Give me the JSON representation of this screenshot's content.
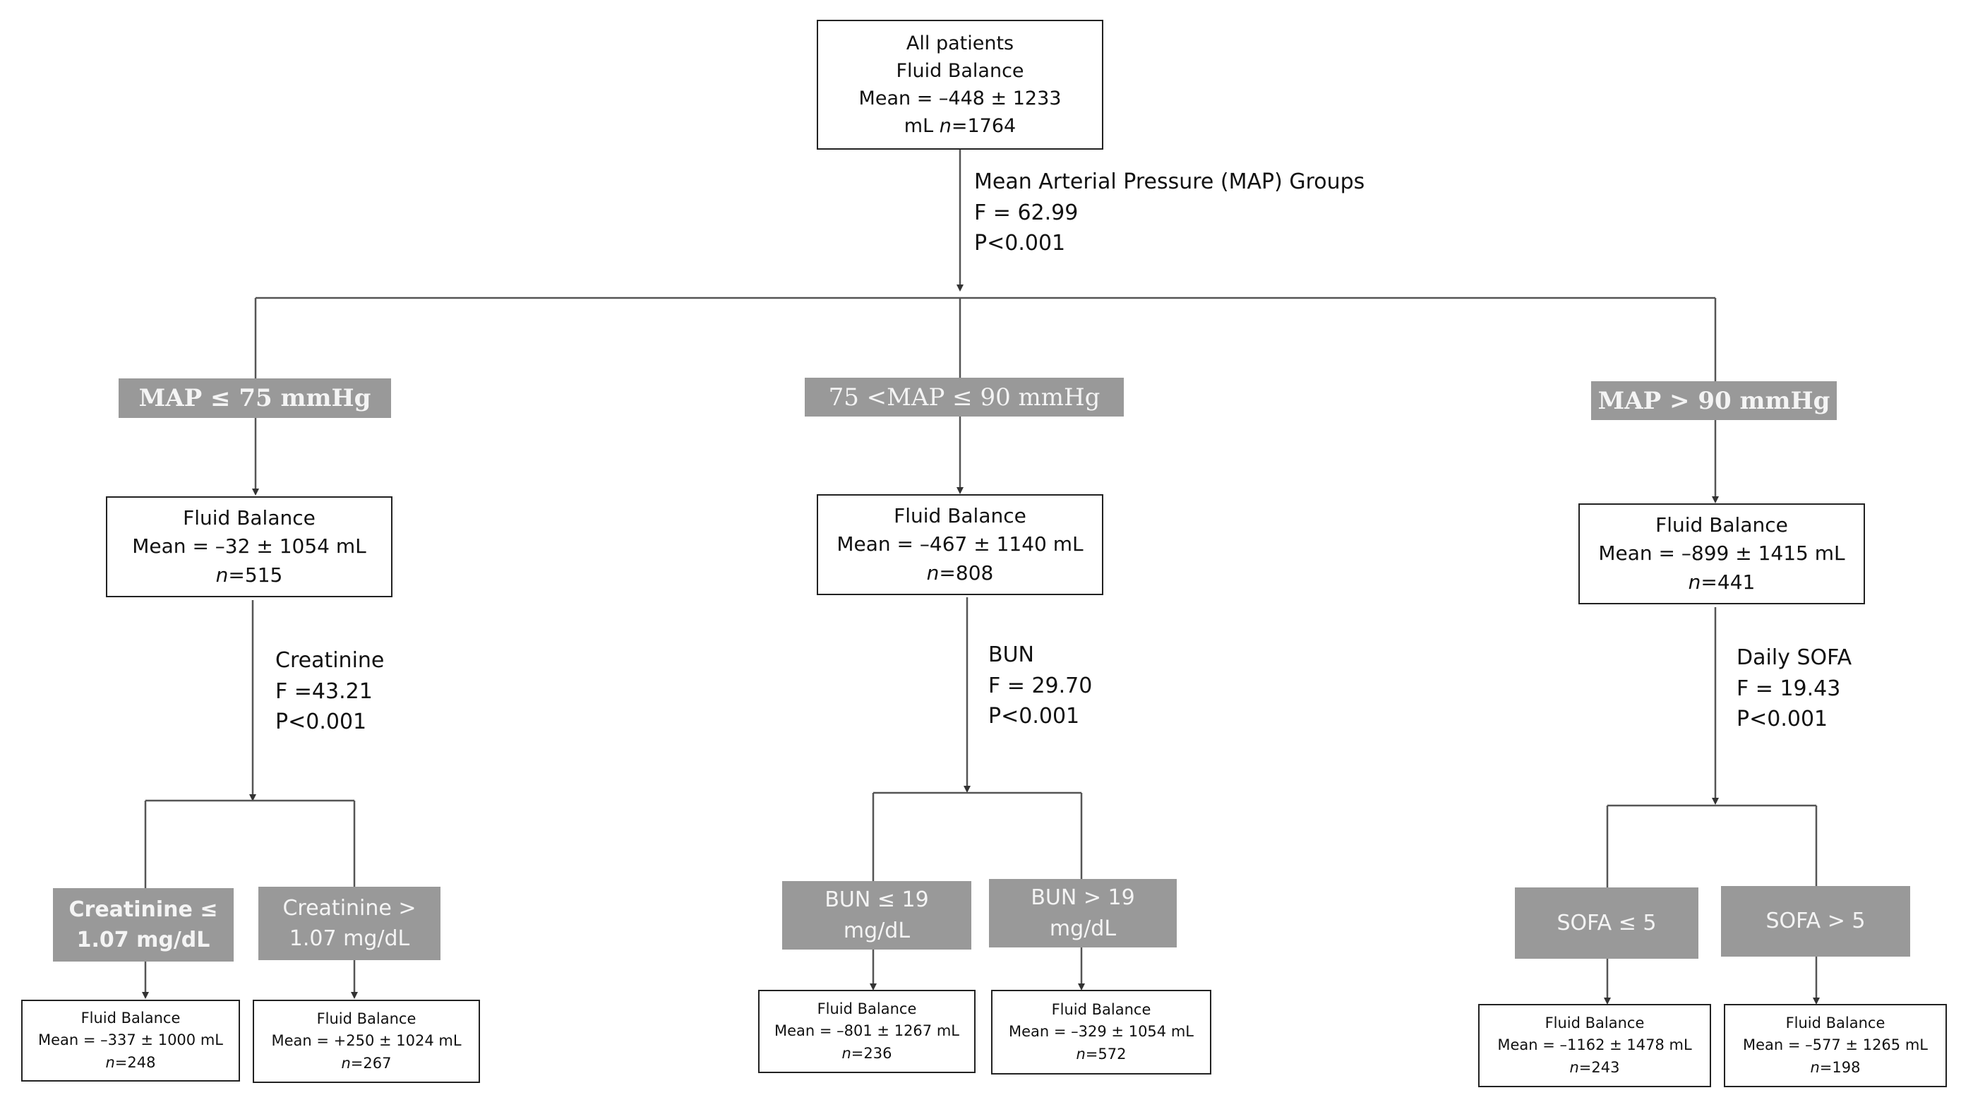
{
  "root": {
    "lines": [
      "All patients",
      "Fluid Balance",
      "Mean = –448 ± 1233",
      "mL"
    ],
    "n": "1764"
  },
  "split_map": {
    "label": "Mean Arterial Pressure (MAP) Groups",
    "f": "F = 62.99",
    "p": "P<0.001"
  },
  "groups": {
    "map_low": "MAP ≤ 75 mmHg",
    "map_mid": "75 <MAP ≤ 90 mmHg",
    "map_high": "MAP > 90 mmHg"
  },
  "mid": {
    "low": {
      "title": "Fluid Balance",
      "mean": "Mean = –32 ± 1054 mL",
      "n": "515"
    },
    "mid": {
      "title": "Fluid Balance",
      "mean": "Mean = –467 ± 1140 mL",
      "n": "808"
    },
    "high": {
      "title": "Fluid Balance",
      "mean": "Mean = –899 ± 1415 mL",
      "n": "441"
    }
  },
  "splits": {
    "creatinine": {
      "label": "Creatinine",
      "f": "F =43.21",
      "p": "P<0.001"
    },
    "bun": {
      "label": "BUN",
      "f": "F = 29.70",
      "p": "P<0.001"
    },
    "sofa": {
      "label": "Daily SOFA",
      "f": "F = 19.43",
      "p": "P<0.001"
    }
  },
  "subgroups": {
    "creat_low": [
      "Creatinine ≤",
      "1.07 mg/dL"
    ],
    "creat_high": [
      "Creatinine >",
      "1.07 mg/dL"
    ],
    "bun_low": [
      "BUN ≤ 19",
      "mg/dL"
    ],
    "bun_high": [
      "BUN > 19",
      "mg/dL"
    ],
    "sofa_low": "SOFA ≤ 5",
    "sofa_high": "SOFA > 5"
  },
  "leaves": {
    "creat_low": {
      "title": "Fluid Balance",
      "mean": "Mean = –337 ± 1000 mL",
      "n": "248"
    },
    "creat_high": {
      "title": "Fluid Balance",
      "mean": "Mean = +250 ± 1024 mL",
      "n": "267"
    },
    "bun_low": {
      "title": "Fluid Balance",
      "mean": "Mean = –801 ± 1267 mL",
      "n": "236"
    },
    "bun_high": {
      "title": "Fluid Balance",
      "mean": "Mean = –329 ± 1054 mL",
      "n": "572"
    },
    "sofa_low": {
      "title": "Fluid Balance",
      "mean": "Mean = –1162 ± 1478 mL",
      "n": "243"
    },
    "sofa_high": {
      "title": "Fluid Balance",
      "mean": "Mean = –577 ± 1265 mL",
      "n": "198"
    }
  },
  "n_prefix": "n",
  "colors": {
    "group_fill": "#999999",
    "group_text": "#f4f4f4",
    "line": "#333333"
  }
}
